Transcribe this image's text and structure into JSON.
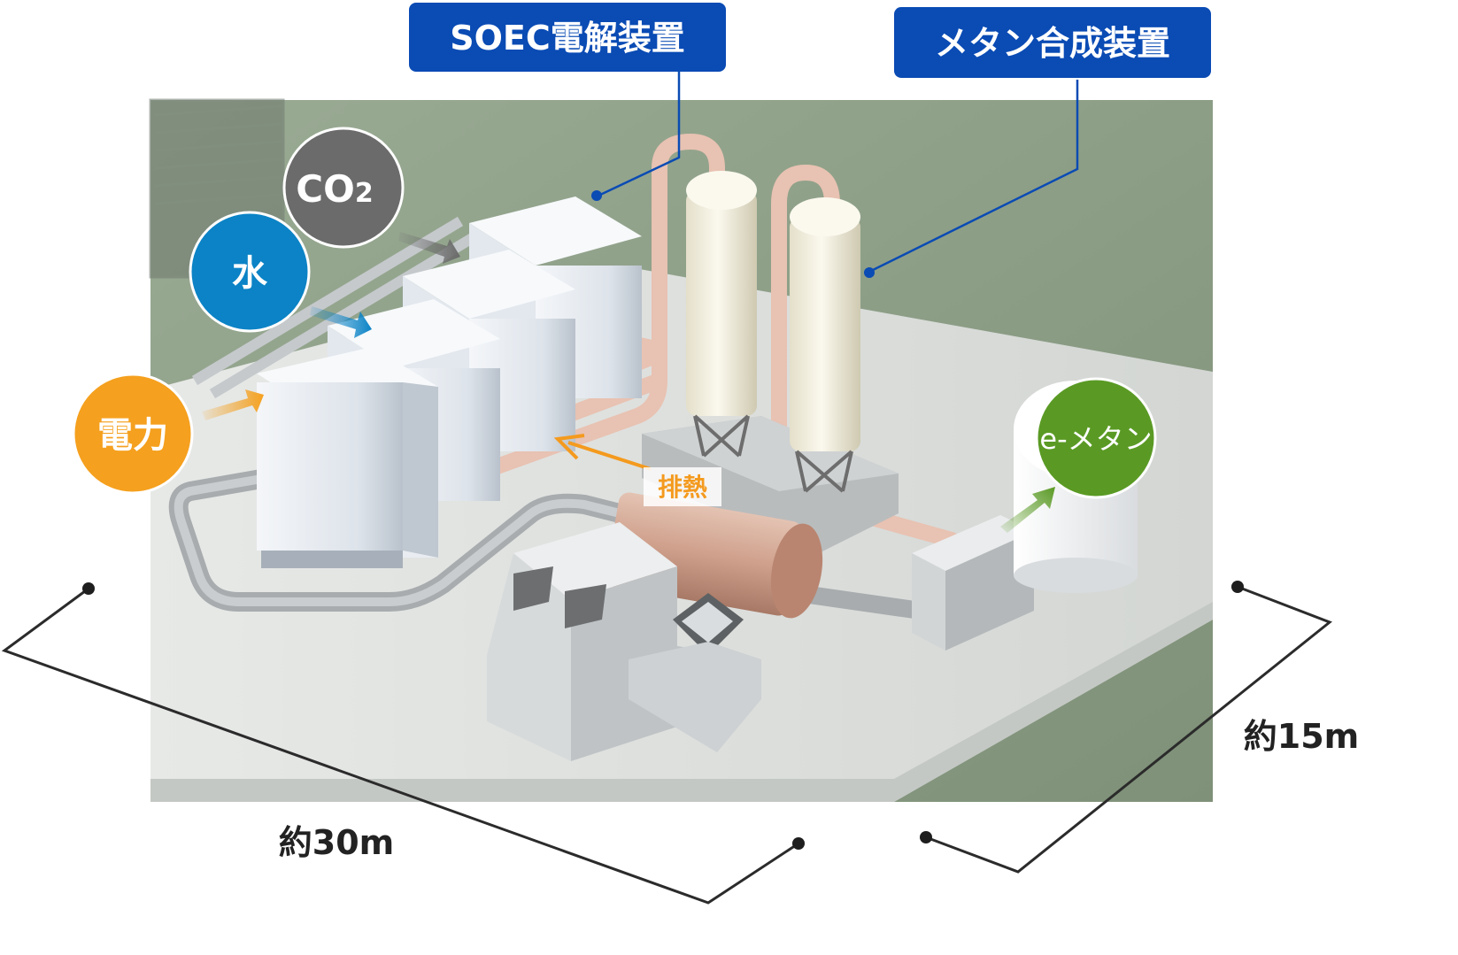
{
  "callouts": {
    "soec": "SOEC電解装置",
    "methanation": "メタン合成装置"
  },
  "inputs": {
    "co2_main": "CO",
    "co2_sub": "2",
    "water": "水",
    "power": "電力"
  },
  "heat_label": "排熱",
  "output": "e-メタン",
  "dimensions": {
    "length": "約30m",
    "width": "約15m"
  },
  "colors": {
    "callout_blue": "#0a4bb4",
    "co2_gray": "#6b6b6b",
    "water_blue": "#0b83c6",
    "power_orange": "#f5a01e",
    "methane_green": "#5a9a24",
    "heat_orange": "#f49a1e",
    "ground_green": "#8a9e84"
  }
}
